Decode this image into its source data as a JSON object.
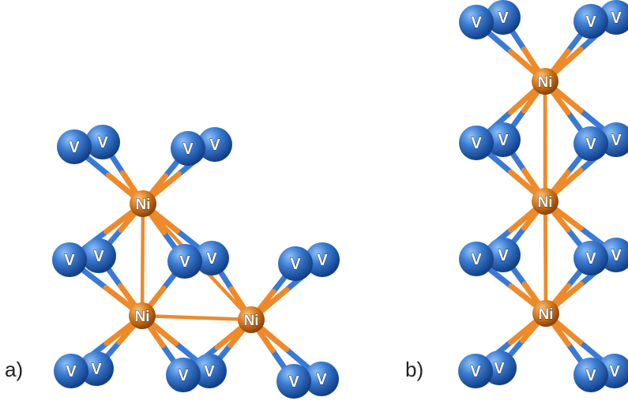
{
  "panels": [
    {
      "id": "a",
      "label": "a)"
    },
    {
      "id": "b",
      "label": "b)"
    }
  ],
  "atom_labels": {
    "vanadium": "V",
    "nickel": "Ni"
  },
  "colors": {
    "vanadium_atom": "#2f6fbf",
    "vanadium_bond": "#3a7ad6",
    "nickel_atom": "#d97a1e",
    "nickel_bond": "#ee8a2a",
    "background": "#ffffff"
  }
}
